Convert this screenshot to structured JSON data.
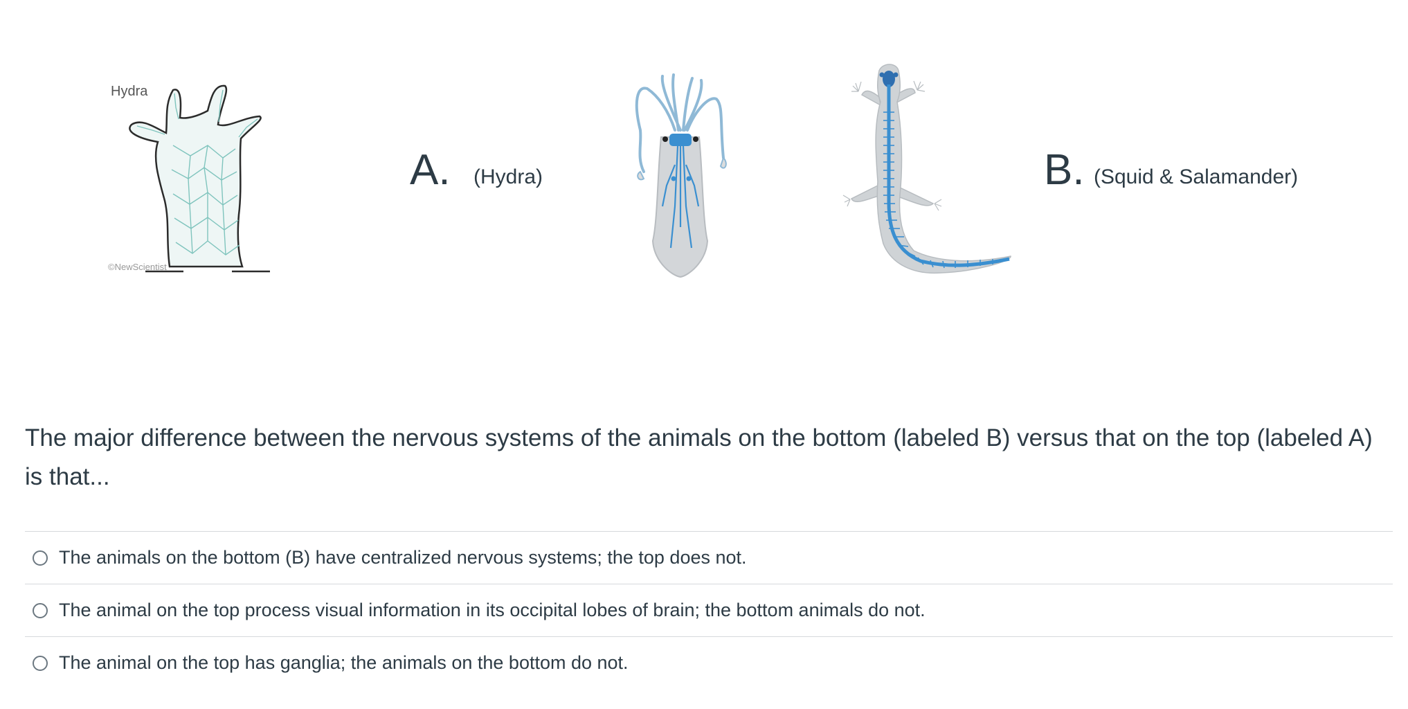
{
  "figures": {
    "hydra": {
      "title": "Hydra",
      "credit": "©NewScientist"
    },
    "group_a": {
      "letter": "A.",
      "label": "(Hydra)"
    },
    "group_b": {
      "letter": "B.",
      "label": "(Squid & Salamander)"
    }
  },
  "colors": {
    "text": "#2d3b45",
    "nerve_blue": "#3a8fd0",
    "body_gray": "#cfd3d6",
    "hydra_net": "#7fc4bd",
    "divider": "#d6d9dc"
  },
  "question": {
    "text": "The major difference between the nervous systems of the animals on the bottom (labeled B) versus that on the top (labeled A) is that..."
  },
  "answers": [
    {
      "text": "The animals on the bottom (B) have centralized nervous systems; the top does not.",
      "selected": false
    },
    {
      "text": "The animal on the top process visual information in its occipital lobes of brain; the bottom animals do not.",
      "selected": false
    },
    {
      "text": "The animal on the top has ganglia; the animals on the bottom do not.",
      "selected": false
    }
  ]
}
